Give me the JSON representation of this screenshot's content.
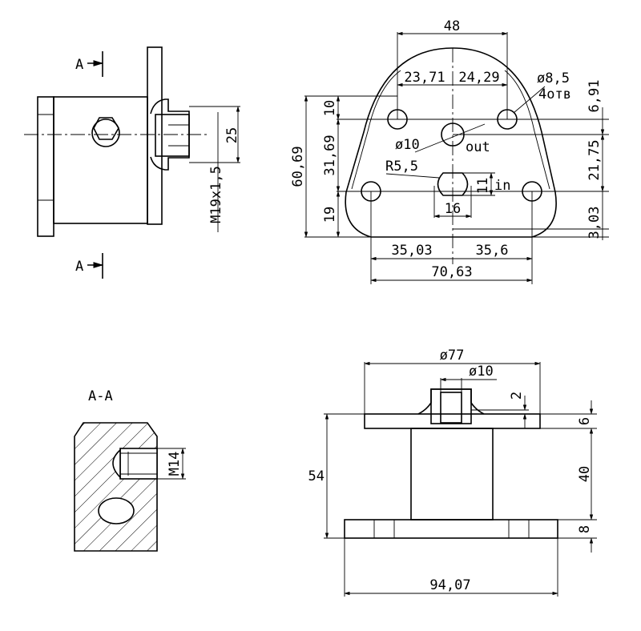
{
  "drawing": {
    "side_view": {
      "section_mark_top": "A",
      "section_mark_bottom": "A",
      "dim_height": "25",
      "dim_thread": "M19x1,5"
    },
    "front_view": {
      "dim_top_width": "48",
      "dim_left_offset": "23,71",
      "dim_right_offset": "24,29",
      "hole_dia": "ø8,5",
      "hole_count": "4отв",
      "dim_right_top": "6,91",
      "dim_total_height": "60,69",
      "dim_left_top": "10",
      "dim_mid_height": "31,69",
      "dim_bottom_left": "19",
      "port_out_dia": "ø10",
      "port_out_label": "out",
      "port_in_radius": "R5,5",
      "dim_in_height": "11",
      "port_in_label": "in",
      "dim_right_mid": "21,75",
      "dim_in_width": "16",
      "dim_right_bottom": "3,03",
      "dim_bottom_left_width": "35,03",
      "dim_bottom_right_width": "35,6",
      "dim_bottom_total": "70,63"
    },
    "section_view": {
      "title": "A-A",
      "dim_thread": "M14"
    },
    "bottom_view": {
      "dim_flange_dia": "ø77",
      "dim_boss_dia": "ø10",
      "dim_boss_step": "2",
      "dim_total_height": "54",
      "dim_flange_thick": "6",
      "dim_body_height": "40",
      "dim_base_thick": "8",
      "dim_base_width": "94,07"
    }
  }
}
